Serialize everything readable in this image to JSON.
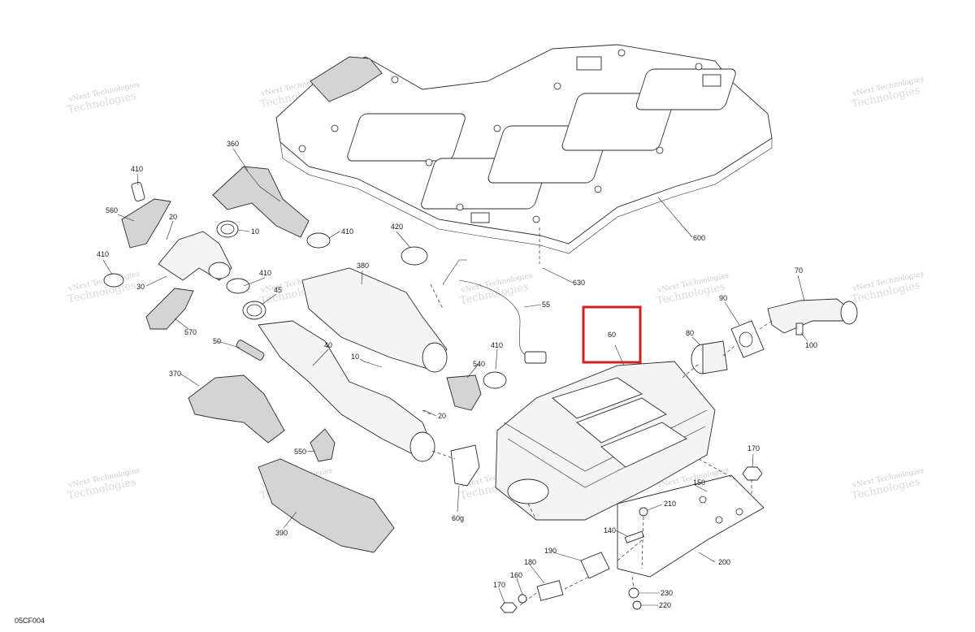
{
  "figure_code": "05CF004",
  "watermark": {
    "line1": "vNext",
    "line2": "Technologies",
    "short": "vNext Technologies"
  },
  "highlight": {
    "target": "60",
    "color": "#d21f1f"
  },
  "colors": {
    "line": "#2a2a2a",
    "watermark": "#cdcdcd",
    "background": "#ffffff"
  },
  "callouts": [
    {
      "id": "c360",
      "label": "360"
    },
    {
      "id": "c410a",
      "label": "410"
    },
    {
      "id": "c560",
      "label": "560"
    },
    {
      "id": "c20a",
      "label": "20"
    },
    {
      "id": "c10a",
      "label": "10"
    },
    {
      "id": "c410b",
      "label": "410"
    },
    {
      "id": "c410c",
      "label": "410"
    },
    {
      "id": "c30",
      "label": "30"
    },
    {
      "id": "c410d",
      "label": "410"
    },
    {
      "id": "c45",
      "label": "45"
    },
    {
      "id": "c380",
      "label": "380"
    },
    {
      "id": "c420",
      "label": "420"
    },
    {
      "id": "c570",
      "label": "570"
    },
    {
      "id": "c50",
      "label": "50"
    },
    {
      "id": "c40",
      "label": "40"
    },
    {
      "id": "c10b",
      "label": "10"
    },
    {
      "id": "c370",
      "label": "370"
    },
    {
      "id": "c20b",
      "label": "20"
    },
    {
      "id": "c540",
      "label": "540"
    },
    {
      "id": "c410e",
      "label": "410"
    },
    {
      "id": "c55",
      "label": "55"
    },
    {
      "id": "c630",
      "label": "630"
    },
    {
      "id": "c600",
      "label": "600"
    },
    {
      "id": "c60",
      "label": "60"
    },
    {
      "id": "c90",
      "label": "90"
    },
    {
      "id": "c70",
      "label": "70"
    },
    {
      "id": "c80",
      "label": "80"
    },
    {
      "id": "c100",
      "label": "100"
    },
    {
      "id": "c550",
      "label": "550"
    },
    {
      "id": "c390",
      "label": "390"
    },
    {
      "id": "c60g",
      "label": "60g"
    },
    {
      "id": "c170a",
      "label": "170"
    },
    {
      "id": "c150",
      "label": "150"
    },
    {
      "id": "c210",
      "label": "210"
    },
    {
      "id": "c140",
      "label": "140"
    },
    {
      "id": "c200",
      "label": "200"
    },
    {
      "id": "c190",
      "label": "190"
    },
    {
      "id": "c180",
      "label": "180"
    },
    {
      "id": "c160",
      "label": "160"
    },
    {
      "id": "c170b",
      "label": "170"
    },
    {
      "id": "c230",
      "label": "230"
    },
    {
      "id": "c220",
      "label": "220"
    }
  ]
}
